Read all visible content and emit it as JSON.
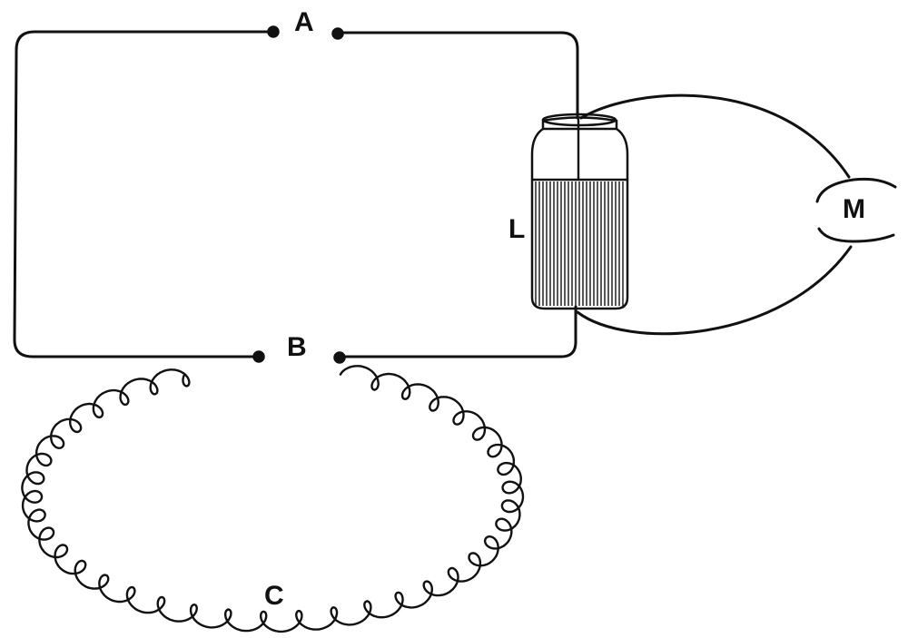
{
  "labels": {
    "spark_gap_a": "A",
    "spark_gap_b": "B",
    "coil": "C",
    "leyden_jar": "L",
    "machine": "M"
  },
  "colors": {
    "ink": "#111111",
    "paper": "#ffffff"
  }
}
